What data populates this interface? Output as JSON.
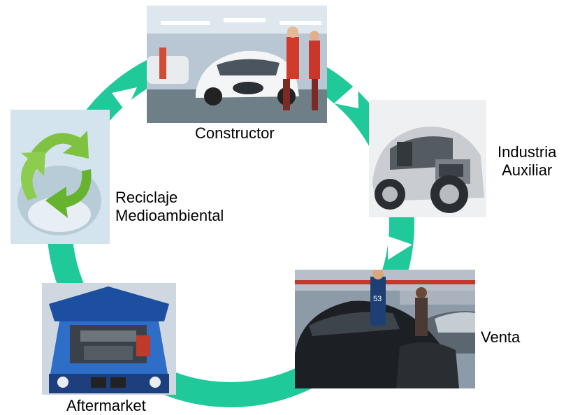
{
  "diagram": {
    "ring_color": "#1fc99a",
    "arrow_color": "#ffffff",
    "stages": [
      {
        "id": "constructor",
        "lines": [
          "Constructor"
        ],
        "image": "car-factory-photo"
      },
      {
        "id": "industria",
        "lines": [
          "Industria",
          "Auxiliar"
        ],
        "image": "car-chassis-photo"
      },
      {
        "id": "venta",
        "lines": [
          "Venta"
        ],
        "image": "car-dealership-photo"
      },
      {
        "id": "aftermarket",
        "lines": [
          "Aftermarket"
        ],
        "image": "engine-bay-photo"
      },
      {
        "id": "reciclaje",
        "lines": [
          "Reciclaje",
          "Medioambiental"
        ],
        "image": "recycling-symbol-photo"
      }
    ]
  }
}
